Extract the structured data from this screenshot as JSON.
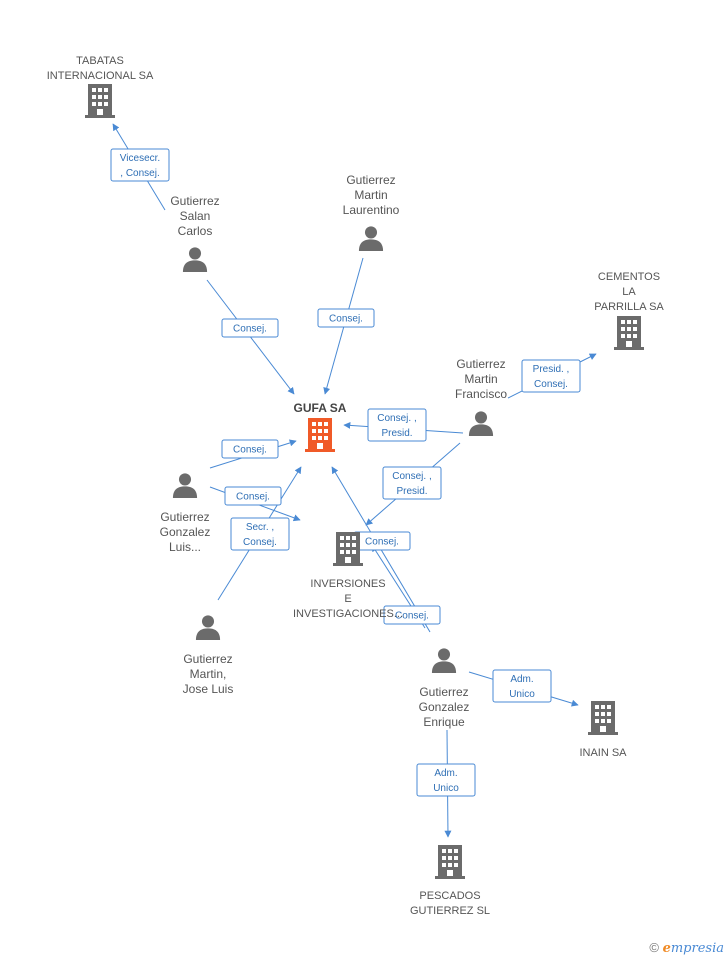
{
  "colors": {
    "edge": "#4a8ad4",
    "company": "#6b6b6b",
    "main_company": "#f05a28",
    "person": "#6b6b6b"
  },
  "nodes": [
    {
      "id": "tabatas",
      "kind": "company",
      "icon": "building-icon",
      "label": [
        "TABATAS",
        "INTERNACIONAL SA"
      ]
    },
    {
      "id": "salan",
      "kind": "person",
      "icon": "person-icon",
      "label": [
        "Gutierrez",
        "Salan",
        "Carlos"
      ]
    },
    {
      "id": "laurentino",
      "kind": "person",
      "icon": "person-icon",
      "label": [
        "Gutierrez",
        "Martin",
        "Laurentino"
      ]
    },
    {
      "id": "cementos",
      "kind": "company",
      "icon": "building-icon",
      "label": [
        "CEMENTOS",
        "LA",
        "PARRILLA SA"
      ]
    },
    {
      "id": "francisco",
      "kind": "person",
      "icon": "person-icon",
      "label": [
        "Gutierrez",
        "Martin",
        "Francisco"
      ]
    },
    {
      "id": "gufa",
      "kind": "main",
      "icon": "building-icon",
      "label": [
        "GUFA SA"
      ]
    },
    {
      "id": "luis",
      "kind": "person",
      "icon": "person-icon",
      "label": [
        "Gutierrez",
        "Gonzalez",
        "Luis..."
      ]
    },
    {
      "id": "inversiones",
      "kind": "company",
      "icon": "building-icon",
      "label": [
        "INVERSIONES",
        "E",
        "INVESTIGACIONES..."
      ]
    },
    {
      "id": "joseluis",
      "kind": "person",
      "icon": "person-icon",
      "label": [
        "Gutierrez",
        "Martin,",
        "Jose Luis"
      ]
    },
    {
      "id": "enrique",
      "kind": "person",
      "icon": "person-icon",
      "label": [
        "Gutierrez",
        "Gonzalez",
        "Enrique"
      ]
    },
    {
      "id": "inain",
      "kind": "company",
      "icon": "building-icon",
      "label": [
        "INAIN SA"
      ]
    },
    {
      "id": "pescados",
      "kind": "company",
      "icon": "building-icon",
      "label": [
        "PESCADOS",
        "GUTIERREZ SL"
      ]
    }
  ],
  "edges": [
    {
      "from": "salan",
      "to": "tabatas",
      "role": [
        "Vicesecr.",
        ", Consej."
      ]
    },
    {
      "from": "salan",
      "to": "gufa",
      "role": [
        "Consej."
      ]
    },
    {
      "from": "laurentino",
      "to": "gufa",
      "role": [
        "Consej."
      ]
    },
    {
      "from": "francisco",
      "to": "gufa",
      "role": [
        "Consej. ,",
        "Presid."
      ]
    },
    {
      "from": "francisco",
      "to": "cementos",
      "role": [
        "Presid. ,",
        "Consej."
      ]
    },
    {
      "from": "francisco",
      "to": "inversiones",
      "role": [
        "Consej. ,",
        "Presid."
      ]
    },
    {
      "from": "luis",
      "to": "gufa",
      "role": [
        "Consej."
      ]
    },
    {
      "from": "luis",
      "to": "inversiones",
      "role": [
        "Consej."
      ]
    },
    {
      "from": "joseluis",
      "to": "gufa",
      "role": [
        "Secr. ,",
        "Consej."
      ]
    },
    {
      "from": "enrique",
      "to": "gufa",
      "role": [
        "Consej."
      ]
    },
    {
      "from": "enrique",
      "to": "inversiones",
      "role": [
        "Consej."
      ]
    },
    {
      "from": "enrique",
      "to": "inain",
      "role": [
        "Adm.",
        "Unico"
      ]
    },
    {
      "from": "enrique",
      "to": "pescados",
      "role": [
        "Adm.",
        "Unico"
      ]
    }
  ],
  "footer": {
    "copyright": "©",
    "brand_initial": "e",
    "brand_rest": "mpresia"
  }
}
